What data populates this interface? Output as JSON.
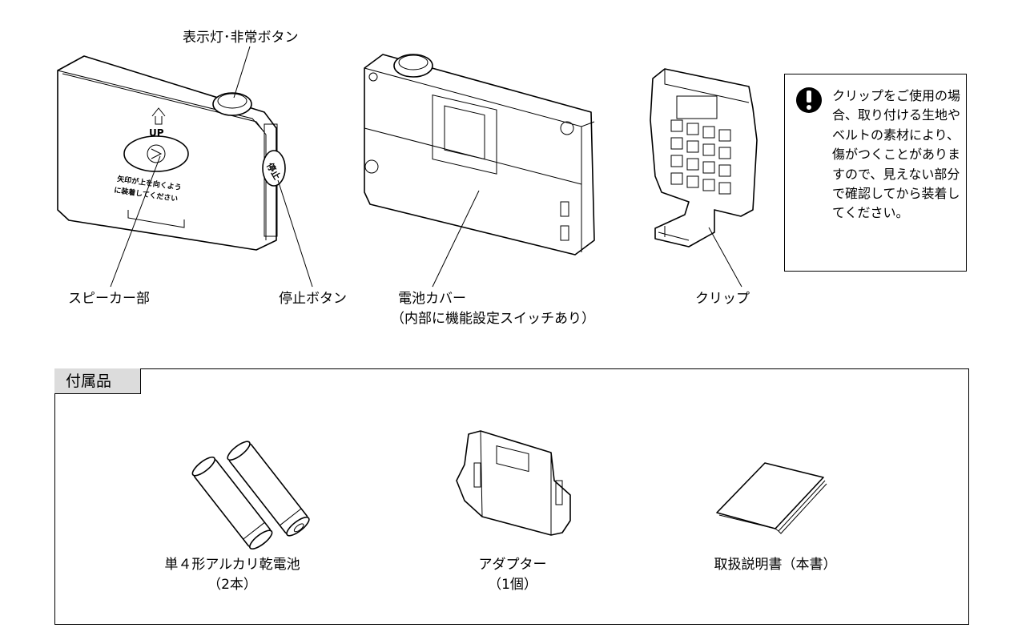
{
  "labels": {
    "indicator_button": "表示灯･非常ボタン",
    "speaker": "スピーカー部",
    "stop_button": "停止ボタン",
    "battery_cover_line1": "電池カバー",
    "battery_cover_line2": "（内部に機能設定スイッチあり）",
    "clip": "クリップ"
  },
  "device_print": {
    "up": "UP",
    "instruction_line1": "矢印が上を向くよう",
    "instruction_line2": "に装着してください",
    "stop": "停止"
  },
  "caution": {
    "icon": "exclamation-icon",
    "text": "クリップをご使用の場合、取り付ける生地やベルトの素材により、傷がつくことがありますので、見えない部分で確認してから装着してください。"
  },
  "accessories": {
    "title": "付属品",
    "items": [
      {
        "line1": "単４形アルカリ乾電池",
        "line2": "（2本）"
      },
      {
        "line1": "アダプター",
        "line2": "（1個）"
      },
      {
        "line1": "取扱説明書（本書）",
        "line2": ""
      }
    ]
  }
}
